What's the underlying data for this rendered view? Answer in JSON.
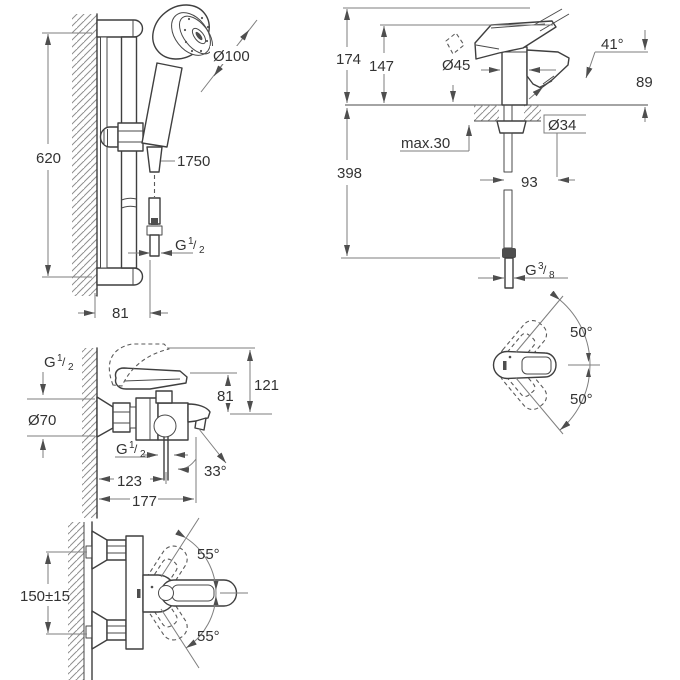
{
  "drawing": {
    "shower_rail": {
      "rail_height": "620",
      "head_diameter": "Ø100",
      "hose_length": "1750",
      "hose_thread": {
        "base": "G",
        "sup": "1",
        "slash": "/",
        "sub": "2"
      },
      "wall_offset": "81"
    },
    "basin_mixer": {
      "height_open": "174",
      "height_closed": "147",
      "body_diameter": "Ø45",
      "lever_angle": "41°",
      "spout_height": "89",
      "max_deck": "max.30",
      "hole_diameter": "Ø34",
      "supply_length": "398",
      "spout_projection": "93",
      "supply_thread": {
        "base": "G",
        "sup": "3",
        "slash": "/",
        "sub": "8"
      },
      "swivel_upper": "50°",
      "swivel_lower": "50°"
    },
    "bath_mixer": {
      "inlet_thread": {
        "base": "G",
        "sup": "1",
        "slash": "/",
        "sub": "2"
      },
      "escutcheon_diameter": "Ø70",
      "height_open": "121",
      "height_closed": "81",
      "outlet_thread": {
        "base": "G",
        "sup": "1",
        "slash": "/",
        "sub": "2"
      },
      "spout_angle": "33°",
      "outlet_offset": "123",
      "spout_projection": "177",
      "inlet_distance": "150±15",
      "swivel_upper": "55°",
      "swivel_lower": "55°"
    }
  }
}
